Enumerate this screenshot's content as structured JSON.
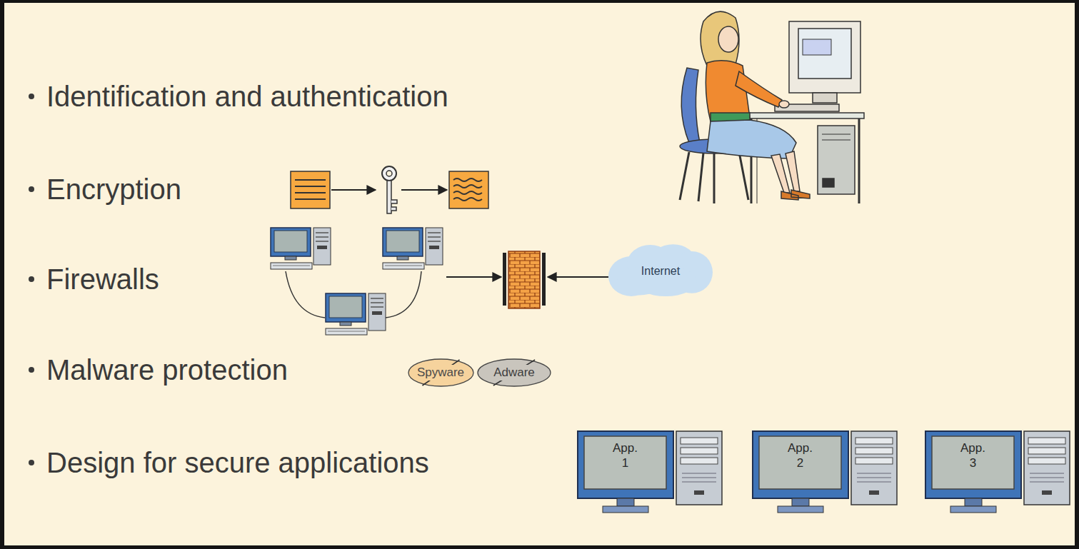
{
  "diagram": {
    "nodes": [
      {
        "text": [
          "Internet"
        ]
      },
      {
        "text": [
          "Spyware"
        ]
      },
      {
        "text": [
          "Adware"
        ]
      },
      {
        "text": [
          "App. 1"
        ]
      },
      {
        "text": [
          "App. 2"
        ]
      },
      {
        "text": [
          "App. 3"
        ]
      }
    ],
    "labels": [
      "Identification and authentication",
      "Encryption",
      "Firewalls",
      "Malware protection",
      "Design for secure applications"
    ]
  }
}
